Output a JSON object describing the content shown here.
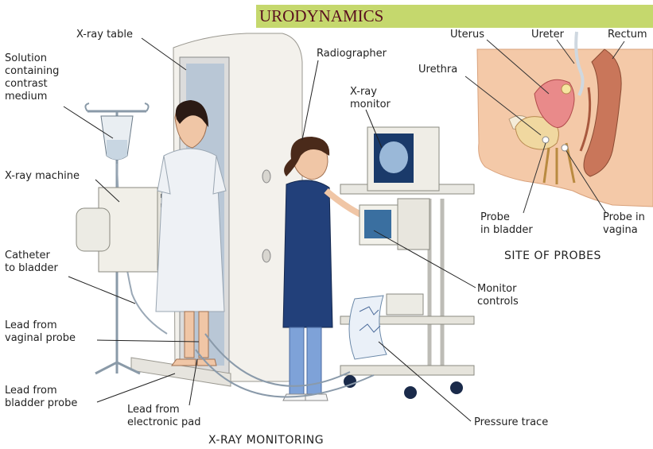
{
  "title": "URODYNAMICS",
  "labels": {
    "xray_table": "X-ray table",
    "solution": "Solution\ncontaining\ncontrast\nmedium",
    "xray_machine": "X-ray machine",
    "catheter": "Catheter\nto bladder",
    "lead_vaginal": "Lead from\nvaginal probe",
    "lead_bladder": "Lead from\nbladder probe",
    "lead_pad": "Lead from\nelectronic pad",
    "radiographer": "Radiographer",
    "xray_monitor": "X-ray\nmonitor",
    "monitor_controls": "Monitor\ncontrols",
    "pressure_trace": "Pressure trace",
    "uterus": "Uterus",
    "ureter": "Ureter",
    "rectum": "Rectum",
    "urethra": "Urethra",
    "probe_bladder": "Probe\nin bladder",
    "probe_vagina": "Probe in\nvagina"
  },
  "captions": {
    "main": "X-RAY MONITORING",
    "inset": "SITE OF PROBES"
  },
  "colors": {
    "banner": "#c5d86d",
    "title_text": "#5a0f1f",
    "inset_bg": "#f4c9a8",
    "organ": "#e98a8a",
    "bowel": "#c9765a"
  }
}
